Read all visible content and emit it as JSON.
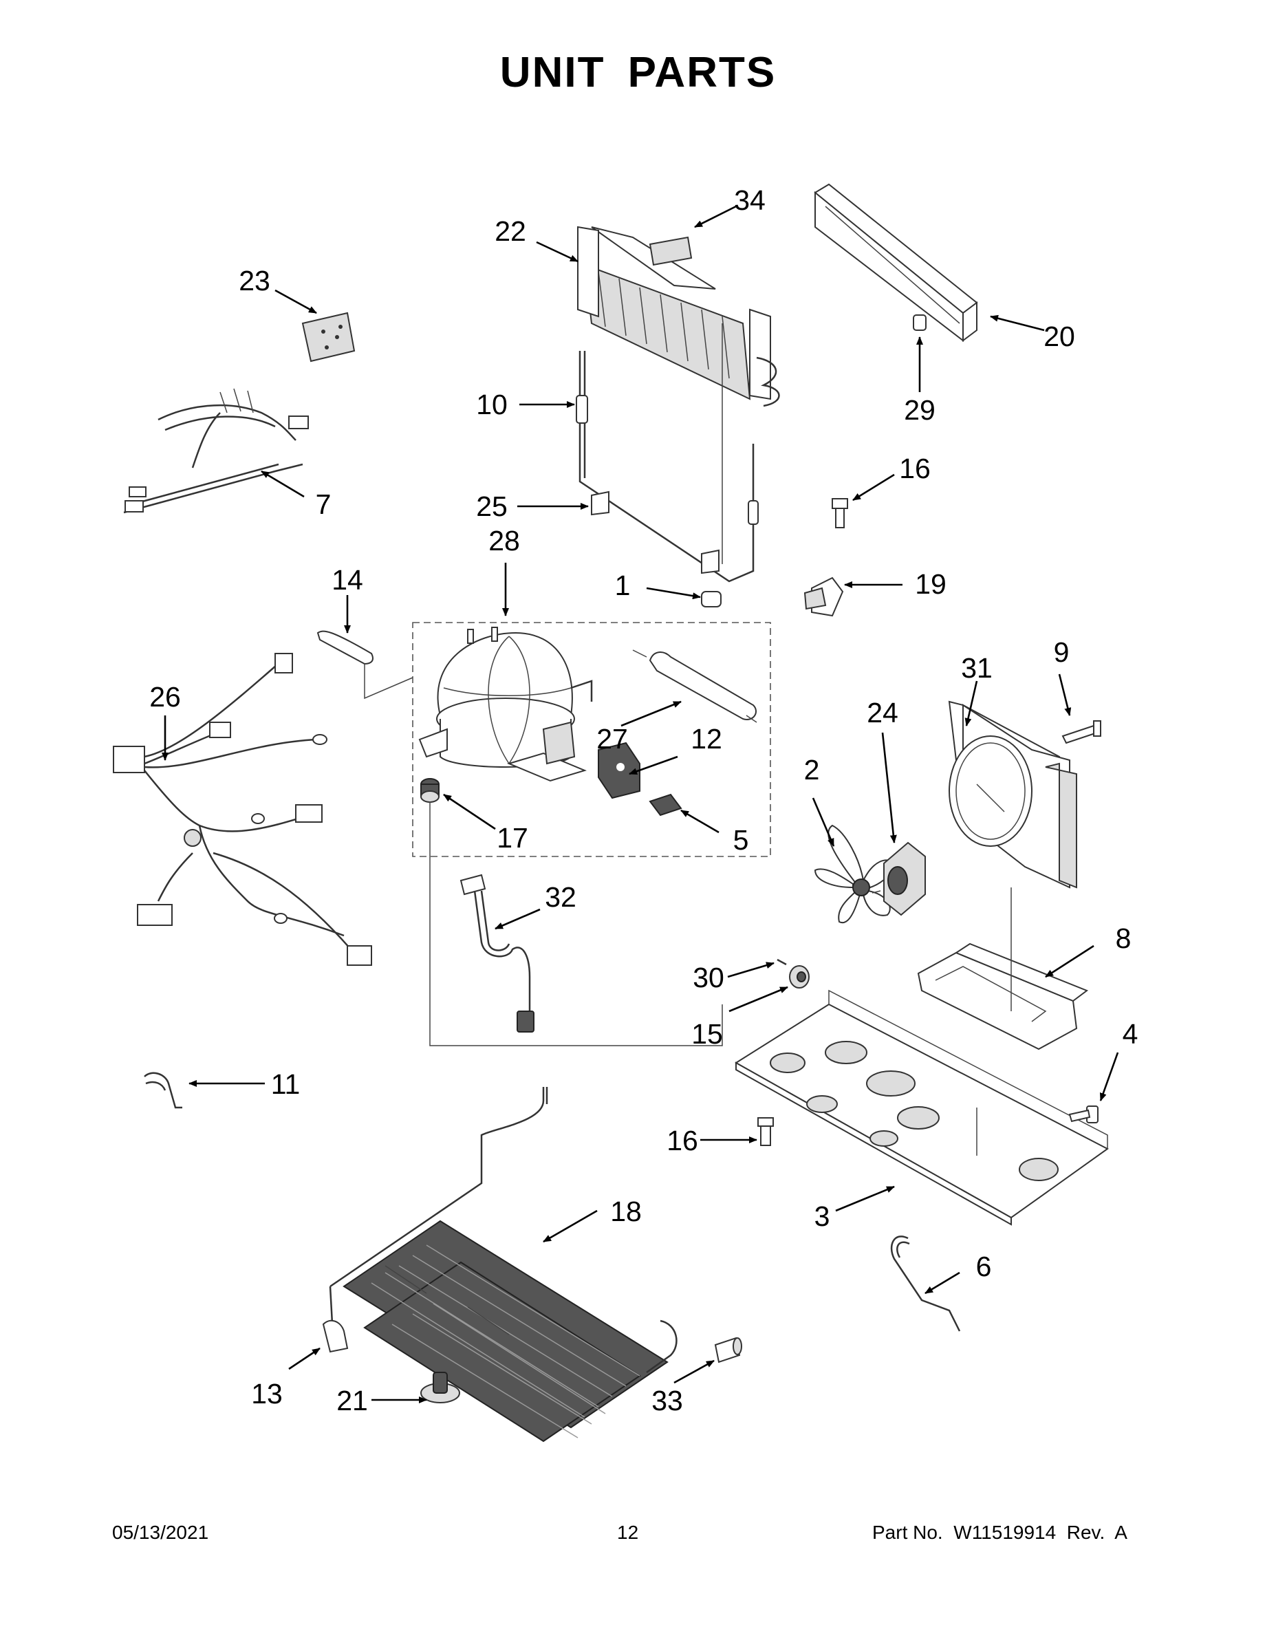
{
  "title": "UNIT PARTS",
  "callouts": [
    {
      "id": "c1",
      "label": "1"
    },
    {
      "id": "c2",
      "label": "2"
    },
    {
      "id": "c3",
      "label": "3"
    },
    {
      "id": "c4",
      "label": "4"
    },
    {
      "id": "c5",
      "label": "5"
    },
    {
      "id": "c6",
      "label": "6"
    },
    {
      "id": "c7",
      "label": "7"
    },
    {
      "id": "c8",
      "label": "8"
    },
    {
      "id": "c9",
      "label": "9"
    },
    {
      "id": "c10",
      "label": "10"
    },
    {
      "id": "c11",
      "label": "11"
    },
    {
      "id": "c12",
      "label": "12"
    },
    {
      "id": "c13",
      "label": "13"
    },
    {
      "id": "c14",
      "label": "14"
    },
    {
      "id": "c15",
      "label": "15"
    },
    {
      "id": "c16a",
      "label": "16"
    },
    {
      "id": "c16b",
      "label": "16"
    },
    {
      "id": "c17",
      "label": "17"
    },
    {
      "id": "c18",
      "label": "18"
    },
    {
      "id": "c19",
      "label": "19"
    },
    {
      "id": "c20",
      "label": "20"
    },
    {
      "id": "c21",
      "label": "21"
    },
    {
      "id": "c22",
      "label": "22"
    },
    {
      "id": "c23",
      "label": "23"
    },
    {
      "id": "c24",
      "label": "24"
    },
    {
      "id": "c25",
      "label": "25"
    },
    {
      "id": "c26",
      "label": "26"
    },
    {
      "id": "c27",
      "label": "27"
    },
    {
      "id": "c28",
      "label": "28"
    },
    {
      "id": "c29",
      "label": "29"
    },
    {
      "id": "c30",
      "label": "30"
    },
    {
      "id": "c31",
      "label": "31"
    },
    {
      "id": "c32",
      "label": "32"
    },
    {
      "id": "c33",
      "label": "33"
    },
    {
      "id": "c34",
      "label": "34"
    }
  ],
  "footer": {
    "date": "05/13/2021",
    "page": "12",
    "part_no": "Part No.  W11519914  Rev.  A"
  }
}
